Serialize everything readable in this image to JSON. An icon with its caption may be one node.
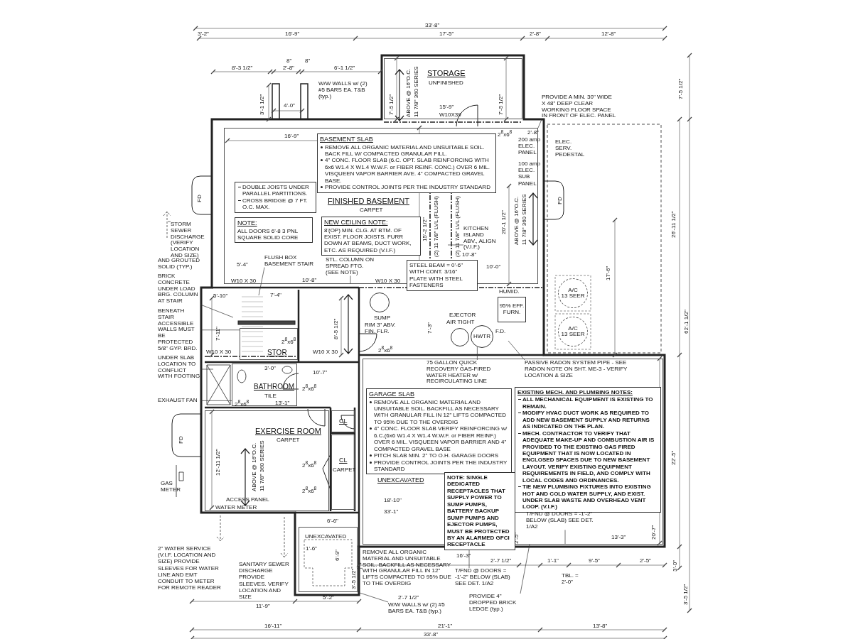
{
  "diagram": {
    "nodes": [
      {
        "text": [
          "STORAGE",
          "UNFINISHED"
        ]
      },
      {
        "text": [
          "FINISHED BASEMENT",
          "CARPET"
        ]
      },
      {
        "text": [
          "BASEMENT SLAB",
          "REMOVE ALL ORGANIC MATERIAL AND UNSUITABLE SOIL. BACK FILL W/ COMPACTED GRANULAR FILL.",
          "4\" CONC. FLOOR SLAB (6.C. OPT. SLAB REINFORCING WITH 6x6 W1.4 X W1.4 W.W.F. or FIBER REINF. CONC.) OVER 6 MIL. VISQUEEN VAPOR BARRIER AVE. 4\" COMPACTED GRAVEL BASE.",
          "PROVIDE CONTROL JOINTS PER THE INDUSTRY STANDARD"
        ],
        "in": 1
      },
      {
        "text": [
          "DOUBLE JOISTS UNDER PARALLEL PARTITIONS.",
          "CROSS BRIDGE @ 7 FT. O.C. MAX."
        ],
        "in": 1
      },
      {
        "text": [
          "NOTE:",
          "ALL DOORS 6'-8 3 PNL SQUARE SOLID CORE"
        ],
        "in": 1
      },
      {
        "text": [
          "NEW CEILING NOTE:",
          "8'(OP) MIN. CLG. AT BTM. OF EXIST. FLOOR JOISTS. FURR DOWN AT BEAMS, DUCT WORK, ETC. AS REQUIRED (V.I.F.)"
        ],
        "in": 1
      },
      {
        "text": [
          "STOR"
        ]
      },
      {
        "text": [
          "BATHROOM",
          "TILE"
        ]
      },
      {
        "text": [
          "EXERCISE ROOM",
          "CARPET"
        ]
      },
      {
        "text": [
          "CL"
        ]
      },
      {
        "text": [
          "CL",
          "CARPET"
        ]
      },
      {
        "text": [
          "UNEXCAVATED"
        ]
      },
      {
        "text": [
          "GARAGE SLAB",
          "REMOVE ALL ORGANIC MATERIAL AND UNSUITABLE SOIL. BACKFILL AS NECESSARY WITH GRANULAR FILL IN 12\" LIFTS COMPACTED TO 95% DUE TO THE OVERDIG",
          "4\" CONC. FLOOR SLAB VERIFY REINFORCING w/ 6.C.(6x6 W1.4 X W1.4 W.W.F. or FIBER REINF.) OVER 6 MIL. VISQUEEN VAPOR BARRIER AND 4\" COMPACTED GRAVEL BASE",
          "PITCH SLAB MIN. 2\" TO O.H. GARAGE DOORS",
          "PROVIDE CONTROL JOINTS PER THE INDUSTRY STANDARD"
        ],
        "in": 11
      },
      {
        "text": [
          "NOTE: SINGLE DEDICATED RECEPTACLES THAT SUPPLY POWER TO SUMP PUMPS, BATTERY BACKUP SUMP PUMPS AND EJECTOR PUMPS, MUST BE PROTECTED BY AN ALARMED GFCI RECEPTACLE"
        ],
        "in": 11
      },
      {
        "text": [
          "EXISTING MECH. AND PLUMBING NOTES:",
          "ALL MECHANICAL EQUIPMENT IS EXISTING TO REMAIN.",
          "MODIFY HVAC DUCT WORK AS REQUIRED TO ADD NEW BASEMENT SUPPLY AND RETURNS AS INDICATED ON THE PLAN.",
          "MECH. CONTRACTOR TO VERIFY THAT ADEQUATE MAKE-UP AND COMBUSTION AIR IS PROVIDED TO THE EXISTING GAS FIRED EQUIPMENT THAT IS NOW LOCATED IN ENCLOSED SPACES DUE TO NEW BASEMENT LAYOUT. VERIFY EXISTING EQUIPMENT REQUIREMENTS IN FIELD, AND COMPLY WITH LOCAL CODES AND ORDINANCES.",
          "TIE NEW PLUMBING FIXTURES INTO EXISTING HOT AND COLD WATER SUPPLY, AND EXIST. UNDER SLAB WASTE AND OVERHEAD VENT LOOP. (V.I.F.)"
        ],
        "in": 11
      },
      {
        "text": [
          "UNEXCAVATED"
        ]
      },
      {
        "text": [
          "95% EFF. FURN."
        ],
        "beside": [
          "HUMID."
        ]
      },
      {
        "text": [
          "A/C",
          "13 SEER"
        ]
      },
      {
        "text": [
          "A/C",
          "13 SEER"
        ]
      },
      {
        "text": [],
        "shape": "circle",
        "beside": [
          "EJECTOR",
          "AIR TIGHT"
        ]
      },
      {
        "text": [
          "HWTR"
        ]
      },
      {
        "text": [],
        "shape": "circle",
        "beside": [
          "SUMP",
          "RIM 3\" ABV. FIN. FLR."
        ]
      },
      {
        "text": [
          "PROVIDE A MIN. 30\" WIDE X 48\" DEEP CLEAR WORKING FLOOR SPACE IN FRONT OF ELEC. PANEL"
        ]
      },
      {
        "text": [
          "STORM SEWER DISCHARGE (VERIFY LOCATION AND SIZE)"
        ]
      },
      {
        "text": [
          "75 GALLON QUICK RECOVERY GAS-FIRED WATER HEATER w/ RECIRCULATING LINE"
        ],
        "in": 11
      },
      {
        "text": [
          "PASSIVE RADON SYSTEM PIPE - SEE RADON NOTE ON SHT. ME-3 - VERIFY LOCATION & SIZE"
        ],
        "in": 11
      },
      {
        "text": [
          "EXHAUST FAN"
        ]
      },
      {
        "text": [
          "W/W WALLS w/ (2) #5 BARS EA. T&B (typ.)"
        ]
      },
      {
        "text": [
          "KITCHEN ISLAND ABV., ALIGN (V.I.F.)"
        ],
        "in": 1
      },
      {
        "text": [
          "PROVIDE 4\" DROPPED BRICK LEDGE (typ.)"
        ]
      },
      {
        "text": [
          "T/FND @ DOORS = -1'-2\" BELOW (SLAB) SEE DET. 1/A2"
        ]
      },
      {
        "text": [
          "T/FND @ DOORS = -1'-2\" BELOW (SLAB) SEE DET. 1/A2"
        ],
        "in": 11
      },
      {
        "text": [
          "BRICK CONCRETE UNDER LOAD BRG. COLUMN AT STAIR"
        ]
      },
      {
        "text": [
          "BENEATH STAIR ACCESSIBLE WALLS MUST BE PROTECTED 5/8\" GYP. BRD."
        ]
      },
      {
        "text": [
          "UNDER SLAB LOCATION TO CONFLICT WITH FOOTING"
        ]
      },
      {
        "text": [
          "FLUSH BOX BASEMENT STAIR"
        ],
        "in": 1
      },
      {
        "text": [
          "STL. COLUMN ON SPREAD FTG. (SEE NOTE)"
        ],
        "in": 1
      },
      {
        "text": [
          "REMOVE ALL ORGANIC MATERIAL AND UNSUITABLE SOIL. BACKFILL AS NECESSARY WITH GRANULAR FILL IN 12\" LIFTS COMPACTED TO 95% DUE TO THE OVERDIG"
        ]
      },
      {
        "text": [
          "STEEL BEAM = 0'-6\" WITH CONT. 3/16\" PLATE WITH STEEL FASTENERS"
        ],
        "in": 1
      }
    ],
    "edges": [
      {
        "from": 22,
        "to": 1,
        "arrow": "none"
      },
      {
        "from": 23,
        "to": null,
        "arrow": "none"
      },
      {
        "from": 24,
        "to": 20,
        "arrow": "none"
      },
      {
        "from": 25,
        "to": null,
        "arrow": "none"
      },
      {
        "from": 26,
        "to": 7,
        "arrow": "none"
      },
      {
        "from": 27,
        "to": 15,
        "arrow": "none"
      },
      {
        "from": 28,
        "to": null,
        "arrow": "none"
      },
      {
        "from": 29,
        "to": 11,
        "arrow": "none"
      },
      {
        "from": 30,
        "to": 11,
        "arrow": "none"
      },
      {
        "from": 31,
        "to": 11,
        "arrow": "none"
      },
      {
        "from": 32,
        "to": null,
        "arrow": "none"
      },
      {
        "from": 33,
        "to": 6,
        "arrow": "none"
      },
      {
        "from": 34,
        "to": null,
        "arrow": "none"
      },
      {
        "from": 35,
        "to": null,
        "arrow": "none"
      },
      {
        "from": 36,
        "to": 1,
        "arrow": "none"
      },
      {
        "from": 37,
        "to": 15,
        "arrow": "none"
      }
    ],
    "labels": [
      "33'-8\"",
      "3'-2\"",
      "16'-9\"",
      "17'-5\"",
      "2'-8\"",
      "12'-8\"",
      "8\"",
      "8\"",
      "8'-3 1/2\"",
      "2'-8\"",
      "6'-1 1/2\"",
      "W/W WALLS w/ (2) #5 BARS EA. T&B (typ.)",
      "7'-5 1/2\"",
      "ABOVE @ 16\"O.C.",
      "11 7/8\" 360 SERIES",
      "7'-5 1/2\"",
      "7'-5 1/2\"",
      "3'-1 1/2\"",
      "4'-0\"",
      "15'-9\"",
      "W10X39",
      "16'-9\"",
      "2$^{8}$x6$^{8}$",
      "2'-8\"",
      "200 amp ELEC. PANEL",
      "ELEC. SERV. PEDESTAL",
      "100 amp ELEC. SUB PANEL",
      "FD",
      "FD",
      "15'-2 1/2\"",
      "(2) 11 7/8\" LVL (FLUSH)",
      "(2) 11 7/8\" LVL (FLUSH)",
      "20'-1 1/2\"",
      "ABOVE @ 16\"O.C.",
      "11 7/8\" 360 SERIES",
      "26'-11 1/2\"",
      "AND GROUTED SOLID (TYP.)",
      "5'-4\"",
      "10'-8\"",
      "10'-0\"",
      "W10 X 30",
      "10'-8\"",
      "W10 X 30",
      "17'-6\"",
      "62'-1 1/2\"",
      "5'-10\"",
      "7'-4\"",
      "F.D.",
      "7'-11\"",
      "2$^{8}$x6$^{8}$",
      "8'-5 1/2\"",
      "2$^{8}$x6$^{8}$",
      "7'-3\"",
      "W10 X 30",
      "W10 X 30",
      "3'-0\"",
      "10'-7\"",
      "2$^{8}$x6$^{8}$",
      "2$^{8}$x6$^{8}$",
      "13'-1\"",
      "FD",
      "12'-11 1/2\"",
      "ABOVE @ 16\"O.C.",
      "11 7/8\" 360 SERIES",
      "2$^{8}$x6$^{8}$",
      "2$^{8}$x6$^{8}$",
      "22'-5\"",
      "GAS METER",
      "ACCESS PANEL",
      "18'-10\"",
      "WATER METER",
      "33'-1\"",
      "6'-6\"",
      "20'-7\"",
      "13'-3\"",
      "2'-5\"",
      "1'-6\"",
      "2\" WATER SERVICE (V.I.F. LOCATION AND SIZE) PROVIDE SLEEVES FOR WATER LINE AND EMT CONDUIT TO METER FOR REMOTE READER",
      "SANITARY SEWER DISCHARGE PROVIDE SLEEVES. VERIFY LOCATION AND SIZE",
      "6'-9\"",
      "16'-3\"",
      "2'-7 1/2\"",
      "1'-1\"",
      "9'-5\"",
      "2'-5\"",
      "3'-5 1/2\"",
      "TBL. = 2'-0\"",
      "3'-0\"",
      "11'-9\"",
      "5'-2\"",
      "2'-7 1/2\"",
      "3'-5 1/2\"",
      "16'-11\"",
      "21'-1\"",
      "13'-8\"",
      "33'-8\""
    ]
  }
}
